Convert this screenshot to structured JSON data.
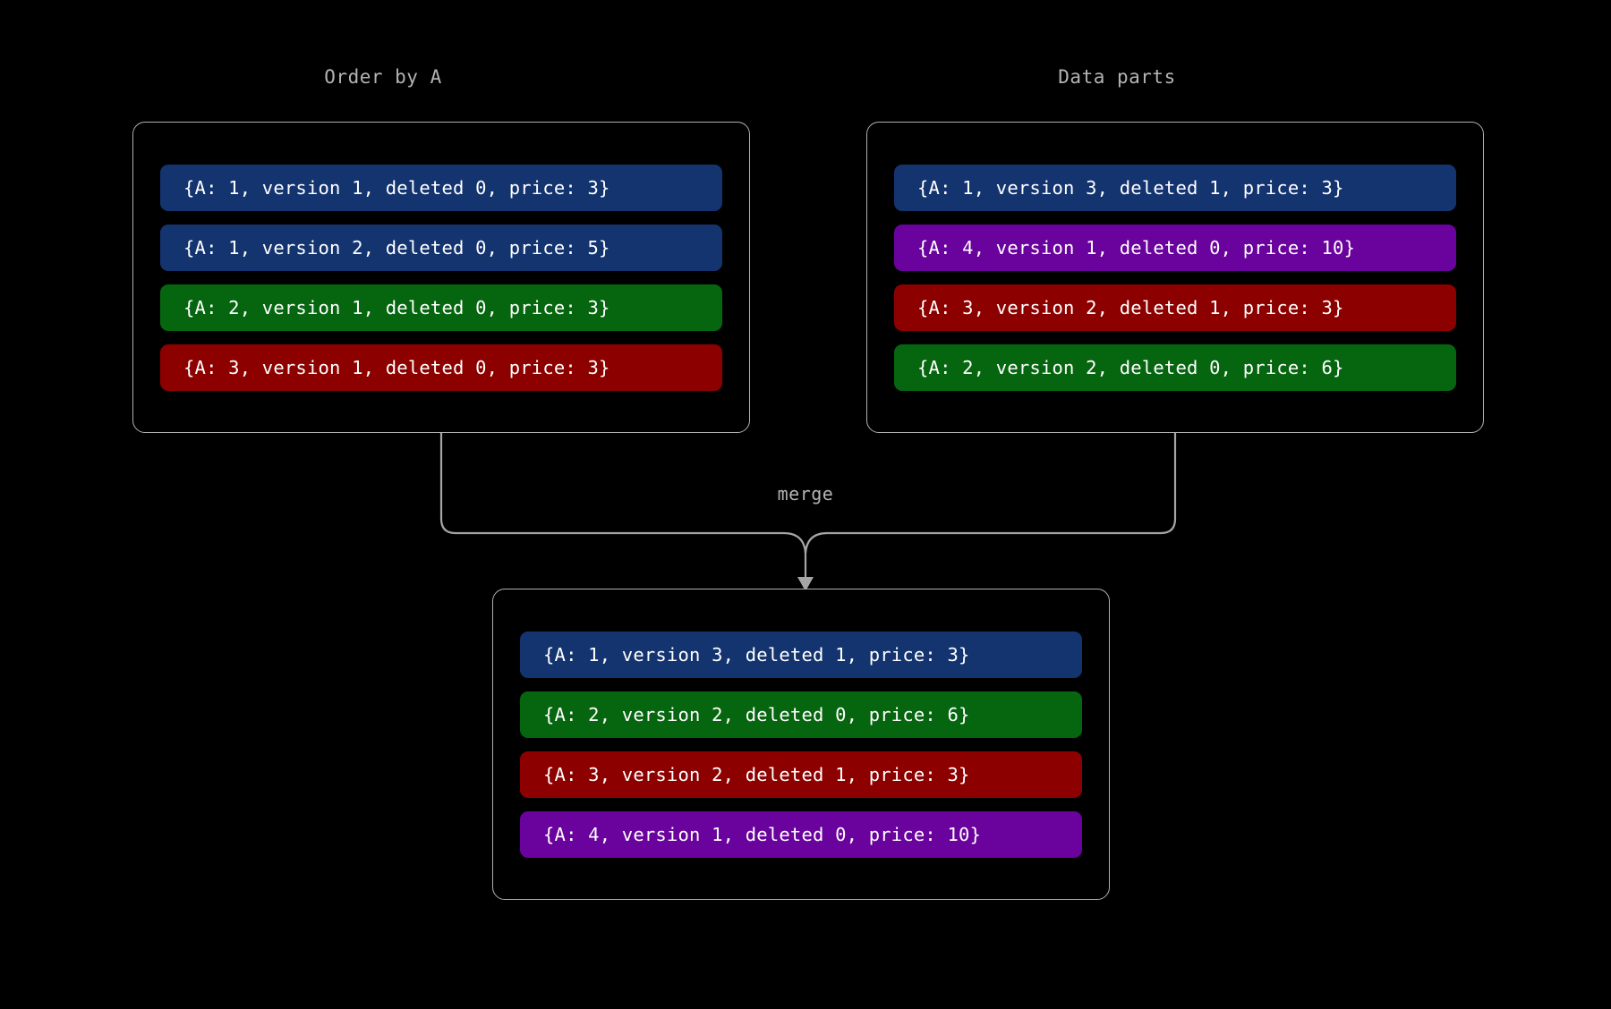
{
  "palette": {
    "background": "#000000",
    "panel_border": "#b0b0b0",
    "connector": "#a6a6a6",
    "title_text": "#b3b3b3",
    "record_text": "#ffffff",
    "blue": "#143470",
    "green": "#06660f",
    "red": "#8d0000",
    "purple": "#6a029d"
  },
  "groups": {
    "order_by_a": {
      "title": "Order by A",
      "records": [
        {
          "label": "{A: 1, version 1, deleted 0, price: 3}",
          "color": "#143470",
          "color_name": "blue"
        },
        {
          "label": "{A: 1, version 2, deleted 0, price: 5}",
          "color": "#143470",
          "color_name": "blue"
        },
        {
          "label": "{A: 2, version 1, deleted 0, price: 3}",
          "color": "#06660f",
          "color_name": "green"
        },
        {
          "label": "{A: 3, version 1, deleted 0, price: 3}",
          "color": "#8d0000",
          "color_name": "red"
        }
      ]
    },
    "data_parts": {
      "title": "Data parts",
      "records": [
        {
          "label": "{A: 1, version 3, deleted 1, price: 3}",
          "color": "#143470",
          "color_name": "blue"
        },
        {
          "label": "{A: 4, version 1, deleted 0, price: 10}",
          "color": "#6a029d",
          "color_name": "purple"
        },
        {
          "label": "{A: 3, version 2, deleted 1, price: 3}",
          "color": "#8d0000",
          "color_name": "red"
        },
        {
          "label": "{A: 2, version 2, deleted 0, price: 6}",
          "color": "#06660f",
          "color_name": "green"
        }
      ]
    },
    "merged": {
      "title": "",
      "records": [
        {
          "label": "{A: 1, version 3, deleted 1, price: 3}",
          "color": "#143470",
          "color_name": "blue"
        },
        {
          "label": "{A: 2, version 2, deleted 0, price: 6}",
          "color": "#06660f",
          "color_name": "green"
        },
        {
          "label": "{A: 3, version 2, deleted 1, price: 3}",
          "color": "#8d0000",
          "color_name": "red"
        },
        {
          "label": "{A: 4, version 1, deleted 0, price: 10}",
          "color": "#6a029d",
          "color_name": "purple"
        }
      ]
    }
  },
  "connector": {
    "label": "merge",
    "arrow_direction": "down"
  }
}
